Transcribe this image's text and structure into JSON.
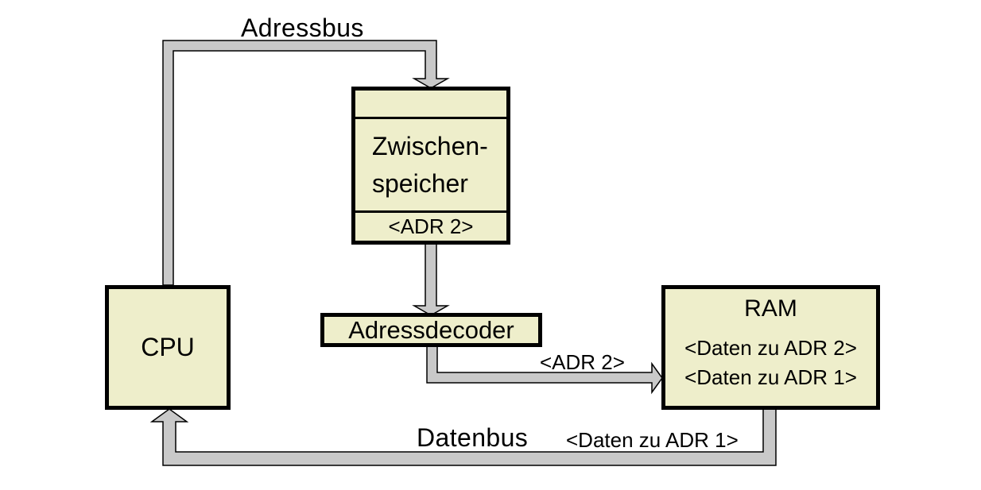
{
  "colors": {
    "background": "#ffffff",
    "node_fill": "#eeeecb",
    "node_border": "#000000",
    "bus_fill": "#c9c9c9",
    "bus_outline": "#000000",
    "text": "#000000"
  },
  "nodes": {
    "cpu": {
      "label": "CPU"
    },
    "zwischenspeicher": {
      "label": "Zwischen-\nspeicher",
      "address_slot": "<ADR 2>"
    },
    "adressdecoder": {
      "label": "Adressdecoder"
    },
    "ram": {
      "title": "RAM",
      "entries": [
        "<Daten zu ADR 2>",
        "<Daten zu ADR 1>"
      ]
    }
  },
  "buses": {
    "adressbus": {
      "label": "Adressbus"
    },
    "adr2_to_ram": {
      "label": "<ADR 2>"
    },
    "datenbus": {
      "label": "Datenbus",
      "payload": "<Daten zu ADR 1>"
    }
  }
}
